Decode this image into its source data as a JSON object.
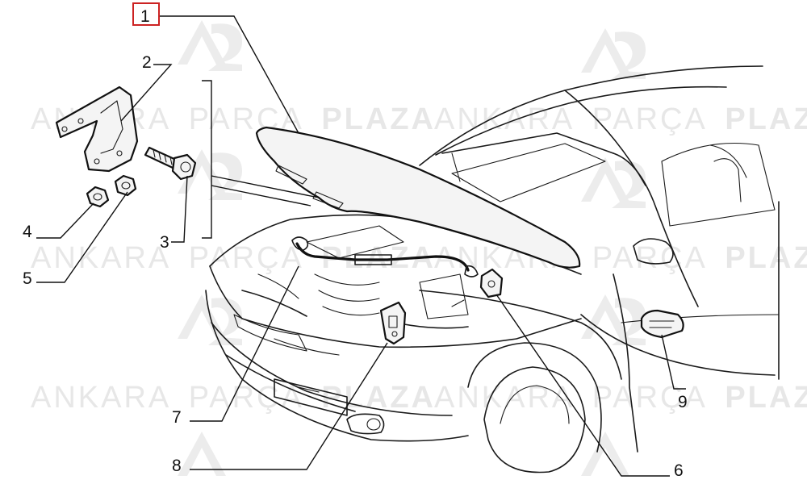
{
  "watermark": {
    "brand_parts": [
      "ANKARA",
      "PARÇA",
      "PLAZA"
    ],
    "logo": "A2",
    "color": "#e6e6e6"
  },
  "highlight_color": "#cc2222",
  "callouts": [
    {
      "id": "1",
      "label": "1",
      "highlighted": true
    },
    {
      "id": "2",
      "label": "2"
    },
    {
      "id": "3",
      "label": "3"
    },
    {
      "id": "4",
      "label": "4"
    },
    {
      "id": "5",
      "label": "5"
    },
    {
      "id": "6",
      "label": "6"
    },
    {
      "id": "7",
      "label": "7"
    },
    {
      "id": "8",
      "label": "8"
    },
    {
      "id": "9",
      "label": "9"
    }
  ]
}
